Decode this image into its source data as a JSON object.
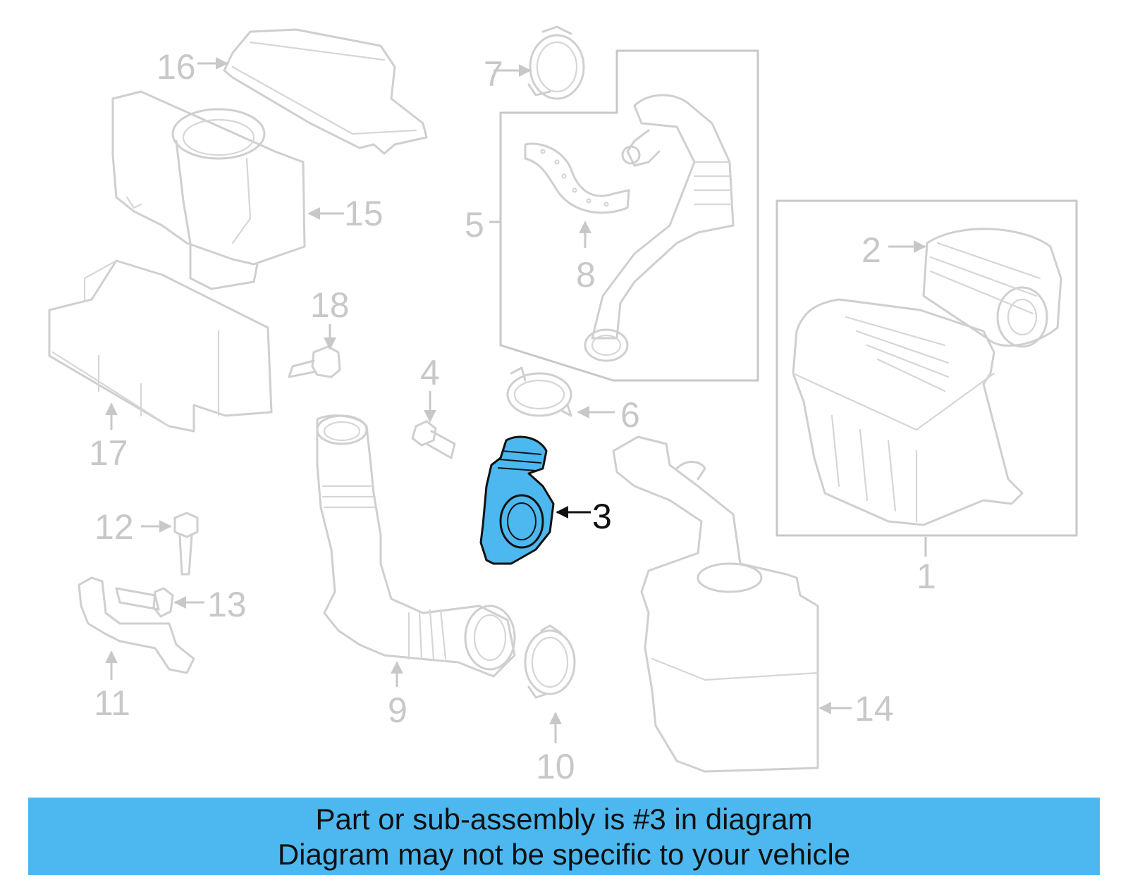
{
  "highlight_color": "#4db8ef",
  "labels": {
    "p1": "1",
    "p2": "2",
    "p3": "3",
    "p4": "4",
    "p5": "5",
    "p6": "6",
    "p7": "7",
    "p8": "8",
    "p9": "9",
    "p10": "10",
    "p11": "11",
    "p12": "12",
    "p13": "13",
    "p14": "14",
    "p15": "15",
    "p16": "16",
    "p17": "17",
    "p18": "18"
  },
  "banner": {
    "line1": "Part or sub-assembly is #3 in diagram",
    "line2": "Diagram may not be specific to your vehicle"
  }
}
